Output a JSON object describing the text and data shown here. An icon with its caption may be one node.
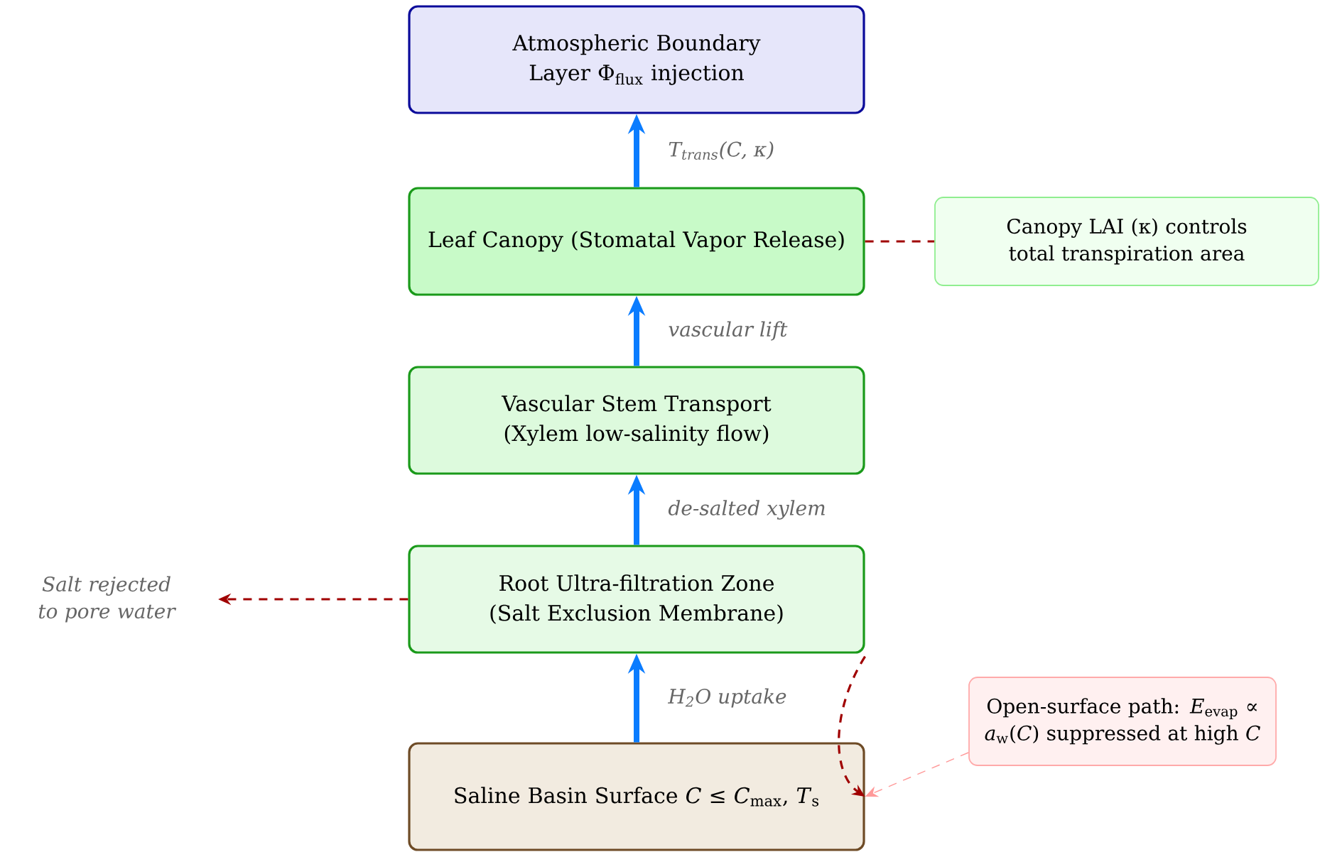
{
  "diagram": {
    "nodes": [
      {
        "text": [
          "Atmospheric Boundary Layer Φ$_{flux}$ injection"
        ]
      },
      {
        "text": [
          "Leaf Canopy (Stomatal Vapor Release)"
        ]
      },
      {
        "text": [
          "Vascular Stem Transport (Xylem low-salinity flow)"
        ]
      },
      {
        "text": [
          "Root Ultra-filtration Zone (Salt Exclusion Membrane)"
        ]
      },
      {
        "text": [
          "Saline Basin Surface *C* ≤ *C*$_{max}$, *T*$_{s}$"
        ]
      },
      {
        "text": [
          "Canopy LAI (κ) controls total transpiration area"
        ]
      },
      {
        "text": [
          "Open-surface path: *E*$_{evap}$ ∝ *a*$_{w}$(*C*) suppressed at high *C*"
        ]
      },
      {
        "text": [
          "Salt rejected to pore water"
        ]
      }
    ],
    "edges": [
      {
        "from": 4,
        "to": 3,
        "arrow": "to",
        "style": "thick",
        "label": "H$_{2}$O uptake"
      },
      {
        "from": 3,
        "to": 2,
        "arrow": "to",
        "style": "thick",
        "label": "de-salted xylem"
      },
      {
        "from": 2,
        "to": 1,
        "arrow": "to",
        "style": "thick",
        "label": "vascular lift"
      },
      {
        "from": 1,
        "to": 0,
        "arrow": "to",
        "style": "thick",
        "label": "T$_{trans}$(C, κ)"
      },
      {
        "from": 1,
        "to": 5,
        "arrow": "none",
        "style": "dashed",
        "color": "#a00000"
      },
      {
        "from": 3,
        "to": 7,
        "arrow": "to",
        "style": "dashed",
        "color": "#a00000"
      },
      {
        "from": 3,
        "to": 4,
        "arrow": "to",
        "style": "dashed",
        "color": "#a00000"
      },
      {
        "from": 6,
        "to": 4,
        "arrow": "to",
        "style": "dashed",
        "color": "#ff9999"
      }
    ]
  }
}
